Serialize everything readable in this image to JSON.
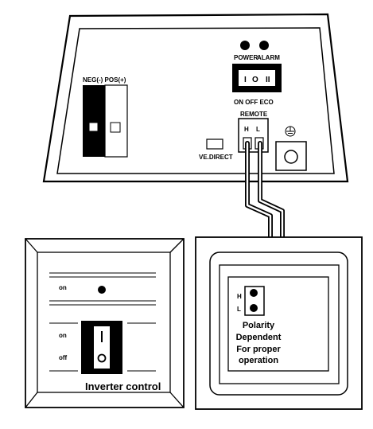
{
  "inverter": {
    "terminal_label": "NEG(-) POS(+)",
    "led_labels": {
      "power": "POWER",
      "alarm": "ALARM"
    },
    "switch": {
      "positions": [
        "I",
        "O",
        "II"
      ],
      "caption": "ON OFF ECO"
    },
    "remote": {
      "title": "REMOTE",
      "h": "H",
      "l": "L"
    },
    "ve_direct_label": "VE.DIRECT"
  },
  "control_panel": {
    "on_indicator_label": "on",
    "switch_on_label": "on",
    "switch_off_label": "off",
    "switch_symbol_on": "I",
    "switch_symbol_off": "O",
    "caption": "Inverter control"
  },
  "wall_box": {
    "h_label": "H",
    "l_label": "L",
    "note_lines": [
      "Polarity",
      "Dependent",
      "For proper",
      "operation"
    ]
  }
}
